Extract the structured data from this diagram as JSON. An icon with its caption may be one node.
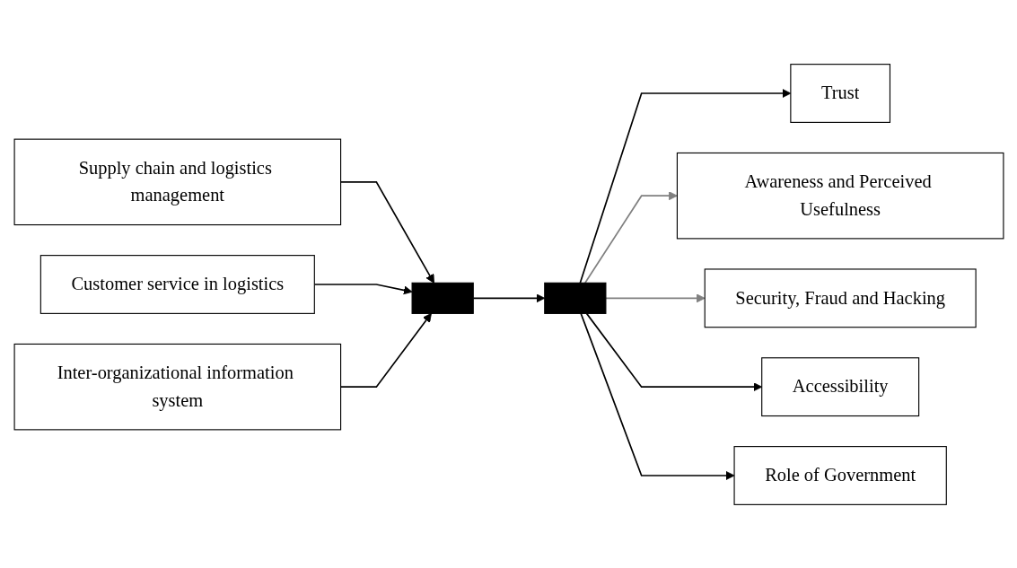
{
  "diagram": {
    "nodes": [
      {
        "text": [
          "Supply chain and logistics management"
        ]
      },
      {
        "text": [
          "Customer service in logistics"
        ]
      },
      {
        "text": [
          "Inter-organizational information system"
        ]
      },
      {
        "text": [],
        "shape": "bar"
      },
      {
        "text": [],
        "shape": "bar"
      },
      {
        "text": [
          "Trust"
        ]
      },
      {
        "text": [
          "Awareness and Perceived Usefulness"
        ]
      },
      {
        "text": [
          "Security, Fraud and Hacking"
        ]
      },
      {
        "text": [
          "Accessibility"
        ]
      },
      {
        "text": [
          "Role of Government"
        ]
      }
    ],
    "edges": [
      {
        "from": 0,
        "to": 3,
        "arrow": "to"
      },
      {
        "from": 1,
        "to": 3,
        "arrow": "to"
      },
      {
        "from": 2,
        "to": 3,
        "arrow": "to"
      },
      {
        "from": 3,
        "to": 4,
        "arrow": "to"
      },
      {
        "from": 4,
        "to": 5,
        "arrow": "to"
      },
      {
        "from": 4,
        "to": 6,
        "arrow": "to",
        "color": "#808080"
      },
      {
        "from": 4,
        "to": 7,
        "arrow": "to",
        "color": "#808080"
      },
      {
        "from": 4,
        "to": 8,
        "arrow": "to"
      },
      {
        "from": 4,
        "to": 9,
        "arrow": "to"
      }
    ]
  }
}
